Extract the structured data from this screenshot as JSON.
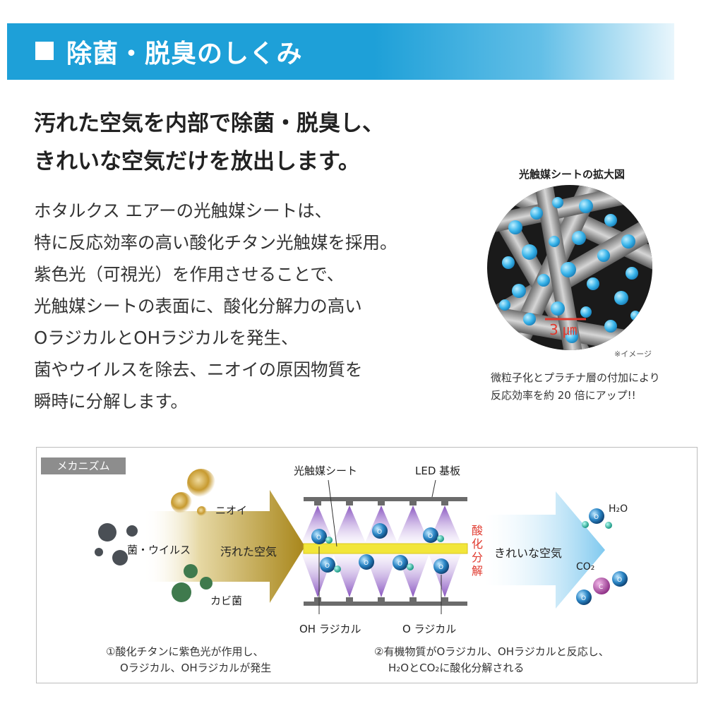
{
  "header": {
    "title": "除菌・脱臭のしくみ"
  },
  "lead": [
    "汚れた空気を内部で除菌・脱臭し、",
    "きれいな空気だけを放出します。"
  ],
  "body": [
    "ホタルクス エアーの光触媒シートは、",
    "特に反応効率の高い酸化チタン光触媒を採用。",
    "紫色光（可視光）を作用させることで、",
    "光触媒シートの表面に、酸化分解力の高い",
    "OラジカルとOHラジカルを発生、",
    "菌やウイルスを除去、ニオイの原因物質を",
    "瞬時に分解します。"
  ],
  "zoom": {
    "title": "光触媒シートの拡大図",
    "scale_label": "3 ㎛",
    "note": "※イメージ",
    "caption": [
      "微粒子化とプラチナ層の付加により",
      "反応効率を約 20 倍にアップ!!"
    ]
  },
  "mechanism": {
    "tag": "メカニズム",
    "labels": {
      "odor": "ニオイ",
      "germs": "菌・ウイルス",
      "mold": "カビ菌",
      "dirty_air": "汚れた空気",
      "sheet": "光触媒シート",
      "led": "LED 基板",
      "oxidation": "酸化分解",
      "oh_radical": "OH ラジカル",
      "o_radical": "O ラジカル",
      "clean_air": "きれいな空気",
      "h2o": "H₂O",
      "co2": "CO₂",
      "atom_o": "O",
      "atom_c": "C"
    },
    "step1": [
      "①酸化チタンに紫色光が作用し、",
      "Oラジカル、OHラジカルが発生"
    ],
    "step2": [
      "②有機物質がOラジカル、OHラジカルと反応し、",
      "H₂OとCO₂に酸化分解される"
    ]
  }
}
